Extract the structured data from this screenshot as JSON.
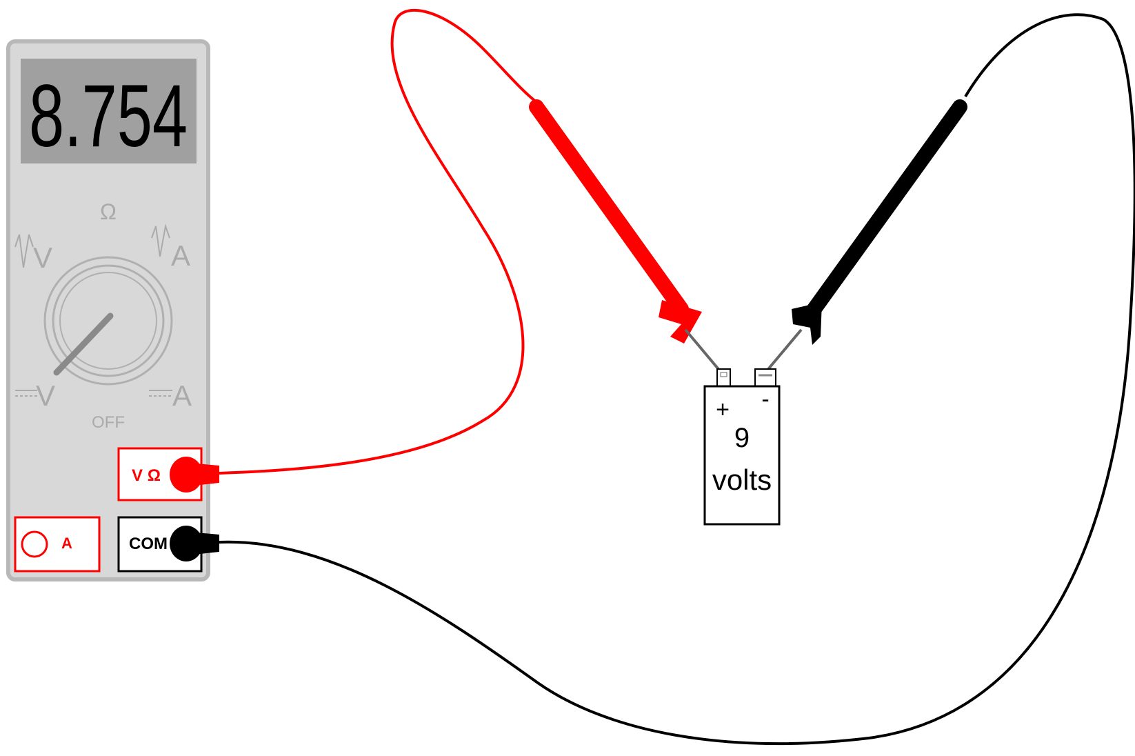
{
  "meter": {
    "reading": "8.754",
    "dial": {
      "ohm_label": "Ω",
      "ac_volts_label": "V",
      "ac_amps_label": "A",
      "dc_volts_label": "V",
      "dc_amps_label": "A",
      "off_label": "OFF"
    },
    "jacks": {
      "volt_ohm_label": "V Ω",
      "amp_label": "A",
      "common_label": "COM"
    }
  },
  "battery": {
    "plus_label": "+",
    "minus_label": "-",
    "value_label": "9",
    "unit_label": "volts"
  },
  "colors": {
    "red_lead": "#ff0000",
    "black_lead": "#000000",
    "meter_body": "#d8d8d8",
    "display_bg": "#a0a0a0"
  }
}
